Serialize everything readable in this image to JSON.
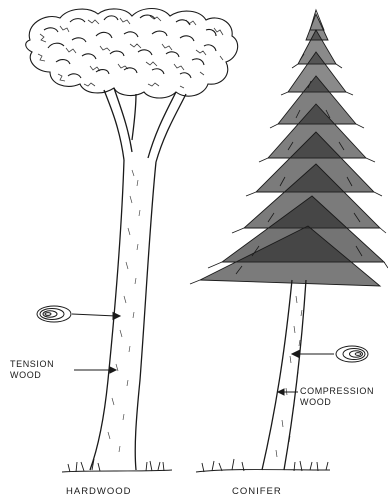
{
  "diagram": {
    "trees": [
      {
        "id": "hardwood",
        "caption": "HARDWOOD",
        "callout": [
          "TENSION",
          "WOOD"
        ]
      },
      {
        "id": "conifer",
        "caption": "CONIFER",
        "callout": [
          "COMPRESSION",
          "WOOD"
        ]
      }
    ]
  },
  "colors": {
    "ink": "#1a1a1a",
    "background": "#ffffff"
  }
}
